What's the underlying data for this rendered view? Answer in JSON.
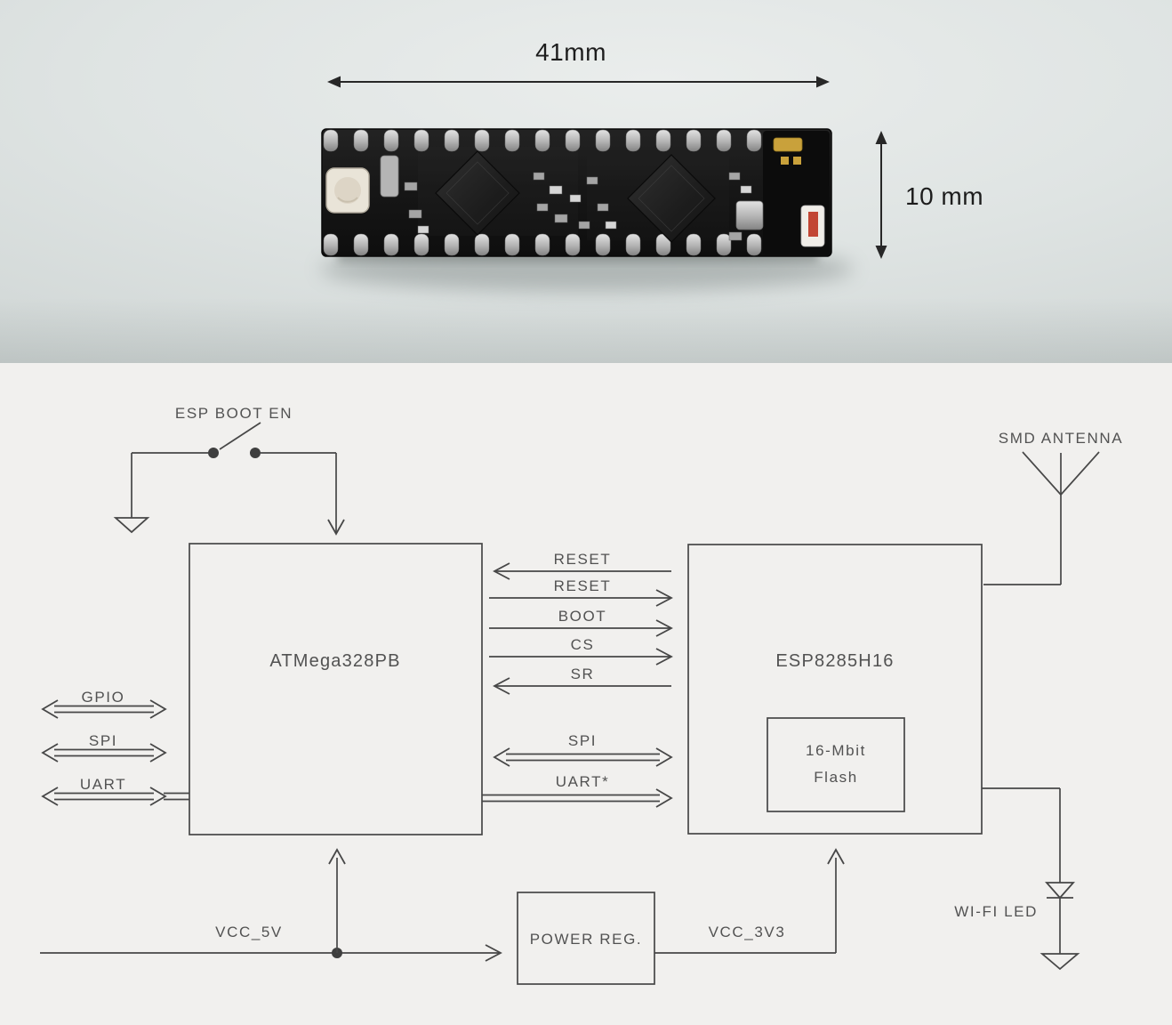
{
  "photo": {
    "width_label": "41mm",
    "height_label": "10 mm"
  },
  "diagram": {
    "boot_switch_label": "ESP BOOT EN",
    "antenna_label": "SMD ANTENNA",
    "mcu_label": "ATMega328PB",
    "wifi_label": "ESP8285H16",
    "flash_line1": "16-Mbit",
    "flash_line2": "Flash",
    "power_reg_label": "POWER REG.",
    "led_label": "WI-FI LED",
    "vcc5_label": "VCC_5V",
    "vcc33_label": "VCC_3V3",
    "left_buses": [
      {
        "label": "GPIO",
        "direction": "bidirectional"
      },
      {
        "label": "SPI",
        "direction": "bidirectional"
      },
      {
        "label": "UART",
        "direction": "bidirectional"
      }
    ],
    "mid_signals": [
      {
        "label": "RESET",
        "direction": "to-mcu"
      },
      {
        "label": "RESET",
        "direction": "to-esp"
      },
      {
        "label": "BOOT",
        "direction": "to-esp"
      },
      {
        "label": "CS",
        "direction": "to-esp"
      },
      {
        "label": "SR",
        "direction": "to-mcu"
      },
      {
        "label": "SPI",
        "direction": "bidirectional"
      },
      {
        "label": "UART*",
        "direction": "to-esp"
      }
    ],
    "colors": {
      "background": "#f1f0ee",
      "line": "#474747",
      "text": "#525252",
      "dimension_text": "#1d1d1d"
    }
  }
}
